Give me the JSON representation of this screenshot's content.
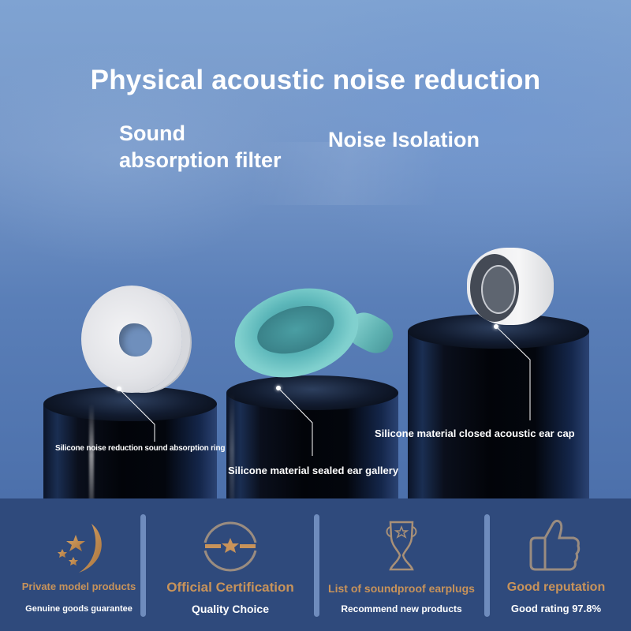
{
  "hero": {
    "title": "Physical acoustic noise reduction",
    "feature_left_line1": "Sound",
    "feature_left_line2": "absorption filter",
    "feature_right": "Noise Isolation"
  },
  "products": [
    {
      "name": "sound-absorption-ring",
      "label": "Silicone noise reduction sound absorption ring",
      "color": "#e6e7ea"
    },
    {
      "name": "sealed-ear-gallery",
      "label": "Silicone material sealed ear gallery",
      "color": "#7fcfcd"
    },
    {
      "name": "acoustic-ear-cap",
      "label": "Silicone material closed acoustic ear cap",
      "color": "#f2f2f3"
    }
  ],
  "footer": {
    "background": "#2f4a7c",
    "accent": "#c8935a",
    "items": [
      {
        "icon": "moon-stars-icon",
        "title": "Private model products",
        "subtitle": "Genuine goods guarantee"
      },
      {
        "icon": "certification-badge-icon",
        "title": "Official Certification",
        "subtitle": "Quality Choice"
      },
      {
        "icon": "trophy-icon",
        "title": "List of soundproof earplugs",
        "subtitle": "Recommend new products"
      },
      {
        "icon": "thumbs-up-icon",
        "title": "Good reputation",
        "subtitle": "Good rating 97.8%"
      }
    ]
  }
}
